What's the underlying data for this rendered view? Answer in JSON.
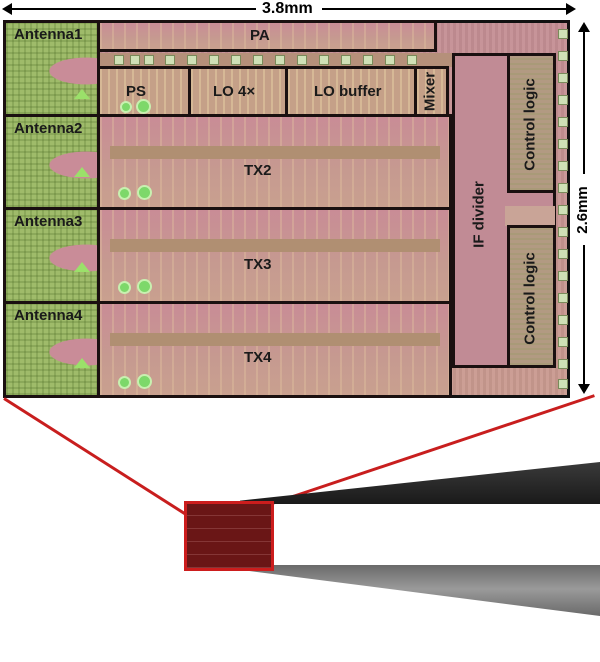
{
  "figure": {
    "type": "chip die micrograph with block annotations",
    "dimensions": {
      "width_label": "3.8mm",
      "height_label": "2.6mm"
    },
    "blocks": {
      "antennas": [
        {
          "label": "Antenna1"
        },
        {
          "label": "Antenna2"
        },
        {
          "label": "Antenna3"
        },
        {
          "label": "Antenna4"
        }
      ],
      "pa": {
        "label": "PA"
      },
      "ps": {
        "label": "PS"
      },
      "lo4x": {
        "label": "LO 4×"
      },
      "lo_buffer": {
        "label": "LO buffer"
      },
      "mixer": {
        "label": "Mixer"
      },
      "transmitters": [
        {
          "label": "TX2"
        },
        {
          "label": "TX3"
        },
        {
          "label": "TX4"
        }
      ],
      "if_divider": {
        "label": "IF divider"
      },
      "control_logic": [
        {
          "label": "Control logic"
        },
        {
          "label": "Control logic"
        }
      ]
    },
    "inset": {
      "description": "actual-size chip held between tweezer tips",
      "highlight_color": "#c81e1e"
    },
    "colors": {
      "antenna_green": "#9fbb6a",
      "circuit_pink": "#c98c96",
      "circuit_tan": "#c5a088",
      "outline": "#111111",
      "zoom_lines": "#c81e1e"
    }
  }
}
